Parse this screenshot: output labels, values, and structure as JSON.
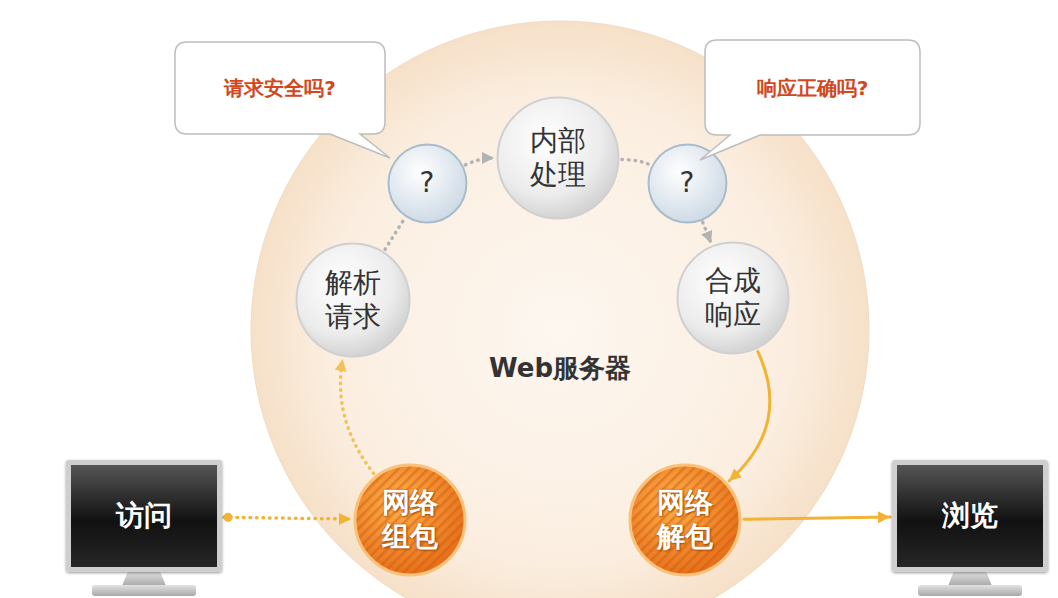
{
  "diagram": {
    "nodes": [
      {
        "text": [
          "Web服务器"
        ]
      },
      {
        "text": [
          "请求安全吗?"
        ]
      },
      {
        "text": [
          "内部 处理"
        ],
        "in": 0
      },
      {
        "text": [
          "响应正确吗?"
        ]
      },
      {
        "text": [
          "?"
        ],
        "in": 0
      },
      {
        "text": [
          "?"
        ],
        "in": 0
      },
      {
        "text": [
          "解析 请求"
        ],
        "in": 0
      },
      {
        "text": [
          "合成 响应"
        ],
        "in": 0
      },
      {
        "text": [
          "访问"
        ]
      },
      {
        "text": [
          "网络 组包"
        ],
        "in": 0
      },
      {
        "text": [
          "网络 解包"
        ],
        "in": 0
      },
      {
        "text": [
          "浏览"
        ]
      }
    ],
    "edges": [
      {
        "from": 8,
        "to": 9,
        "arrow": "to"
      },
      {
        "from": 9,
        "to": 6,
        "arrow": "to"
      },
      {
        "from": 6,
        "to": 4,
        "arrow": "none"
      },
      {
        "from": 4,
        "to": 2,
        "arrow": "to"
      },
      {
        "from": 2,
        "to": 5,
        "arrow": "none"
      },
      {
        "from": 5,
        "to": 7,
        "arrow": "to"
      },
      {
        "from": 7,
        "to": 10,
        "arrow": "to"
      },
      {
        "from": 10,
        "to": 11,
        "arrow": "to"
      }
    ]
  }
}
